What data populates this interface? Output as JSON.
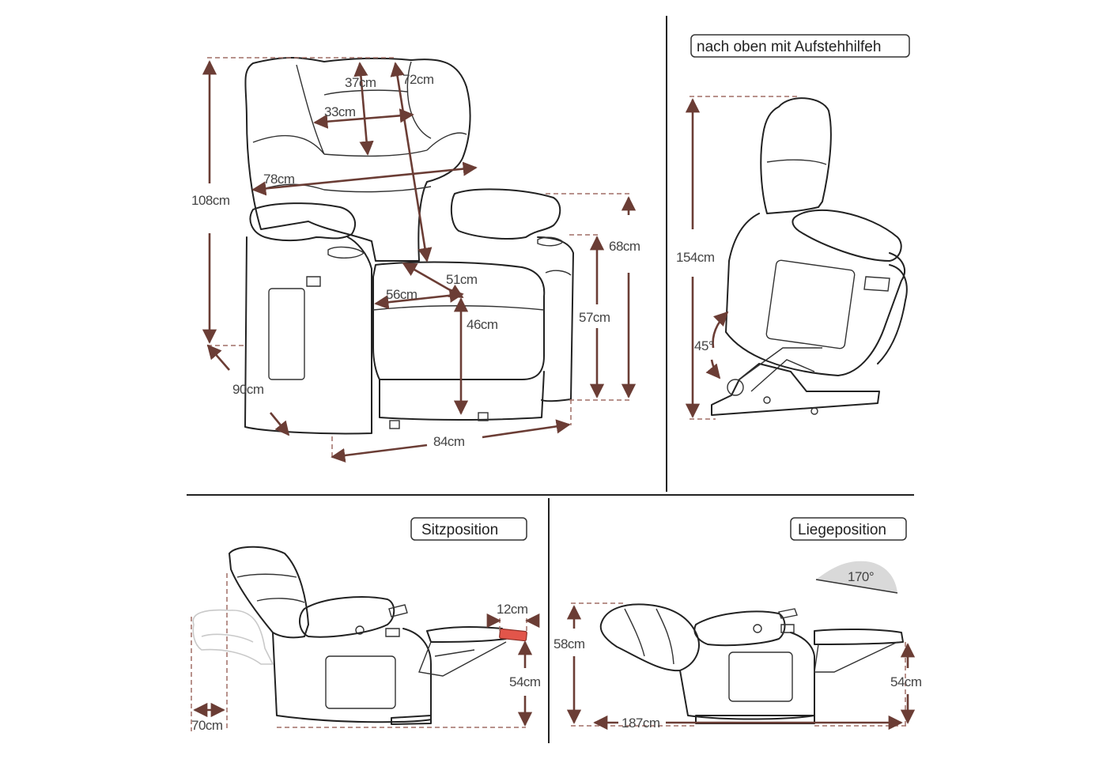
{
  "colors": {
    "dimension_arrow": "#6b3d35",
    "extension_line": "#a06f67",
    "chair_outline": "#222222",
    "footrest_extension": "#e2554a",
    "angle_wedge": "#d9d9d9"
  },
  "front_view": {
    "height_total": "108cm",
    "back_height": "72cm",
    "headrest_height": "37cm",
    "headrest_width": "33cm",
    "back_width": "78cm",
    "armrest_height": "68cm",
    "seat_width": "51cm",
    "seat_depth": "56cm",
    "seat_height": "46cm",
    "arm_front_height": "57cm",
    "depth": "90cm",
    "width": "84cm"
  },
  "lift_view": {
    "title": "nach oben mit Aufstehhilfeh",
    "height": "154cm",
    "angle": "45°"
  },
  "sitting_view": {
    "title": "Sitzposition",
    "footrest_extension": "12cm",
    "footrest_height": "54cm",
    "wall_clearance": "70cm"
  },
  "lying_view": {
    "title": "Liegeposition",
    "angle": "170°",
    "height": "58cm",
    "footrest_height": "54cm",
    "length": "187cm"
  }
}
